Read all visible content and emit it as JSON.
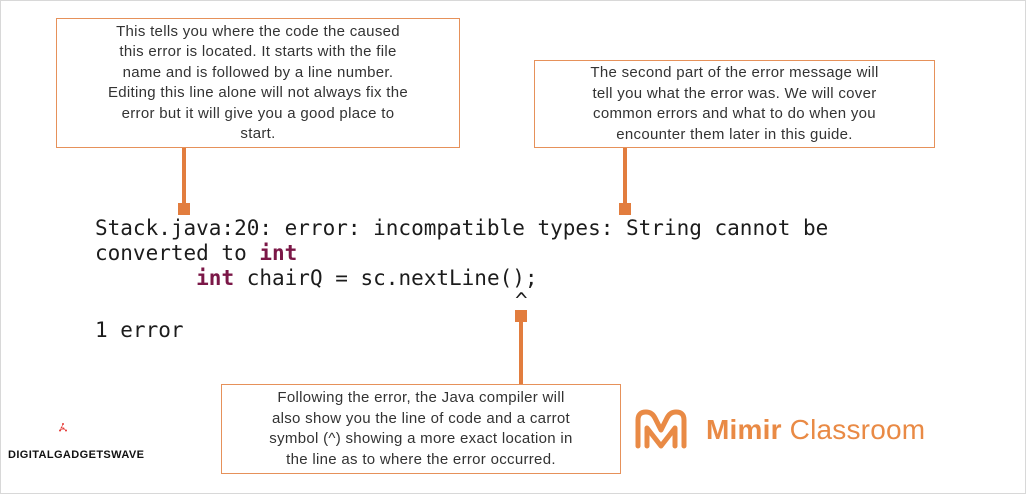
{
  "callouts": {
    "location": {
      "lines": [
        "This tells you where the code the caused",
        "this error is located. It starts with the file",
        "name and is followed by a line number.",
        "Editing this line alone will not always fix the",
        "error but it will give you a good place to",
        "start."
      ]
    },
    "message": {
      "lines": [
        "The second part of the error message will",
        "tell you what the error was. We will cover",
        "common errors and what to do when you",
        "encounter them later in this guide."
      ]
    },
    "caret": {
      "lines": [
        "Following the error, the Java compiler will",
        "also show you the line of code and a carrot",
        "symbol (^) showing a more exact location in",
        "the line as to where the error occurred."
      ]
    }
  },
  "code": {
    "line1": "Stack.java:20: error: incompatible types: String cannot be",
    "line2_prefix": "converted to ",
    "line2_keyword": "int",
    "line3_indent": "        ",
    "line3_keyword": "int",
    "line3_rest": " chairQ = sc.nextLine();",
    "caret": "^",
    "summary": "1 error"
  },
  "branding": {
    "left_logo_text": "DIGITALGADGETSWAVE",
    "mimir_bold": "Mimir",
    "mimir_rest": " Classroom"
  },
  "colors": {
    "accent_orange": "#e27d3e",
    "keyword": "#7b1747",
    "logo_red": "#e53935"
  }
}
